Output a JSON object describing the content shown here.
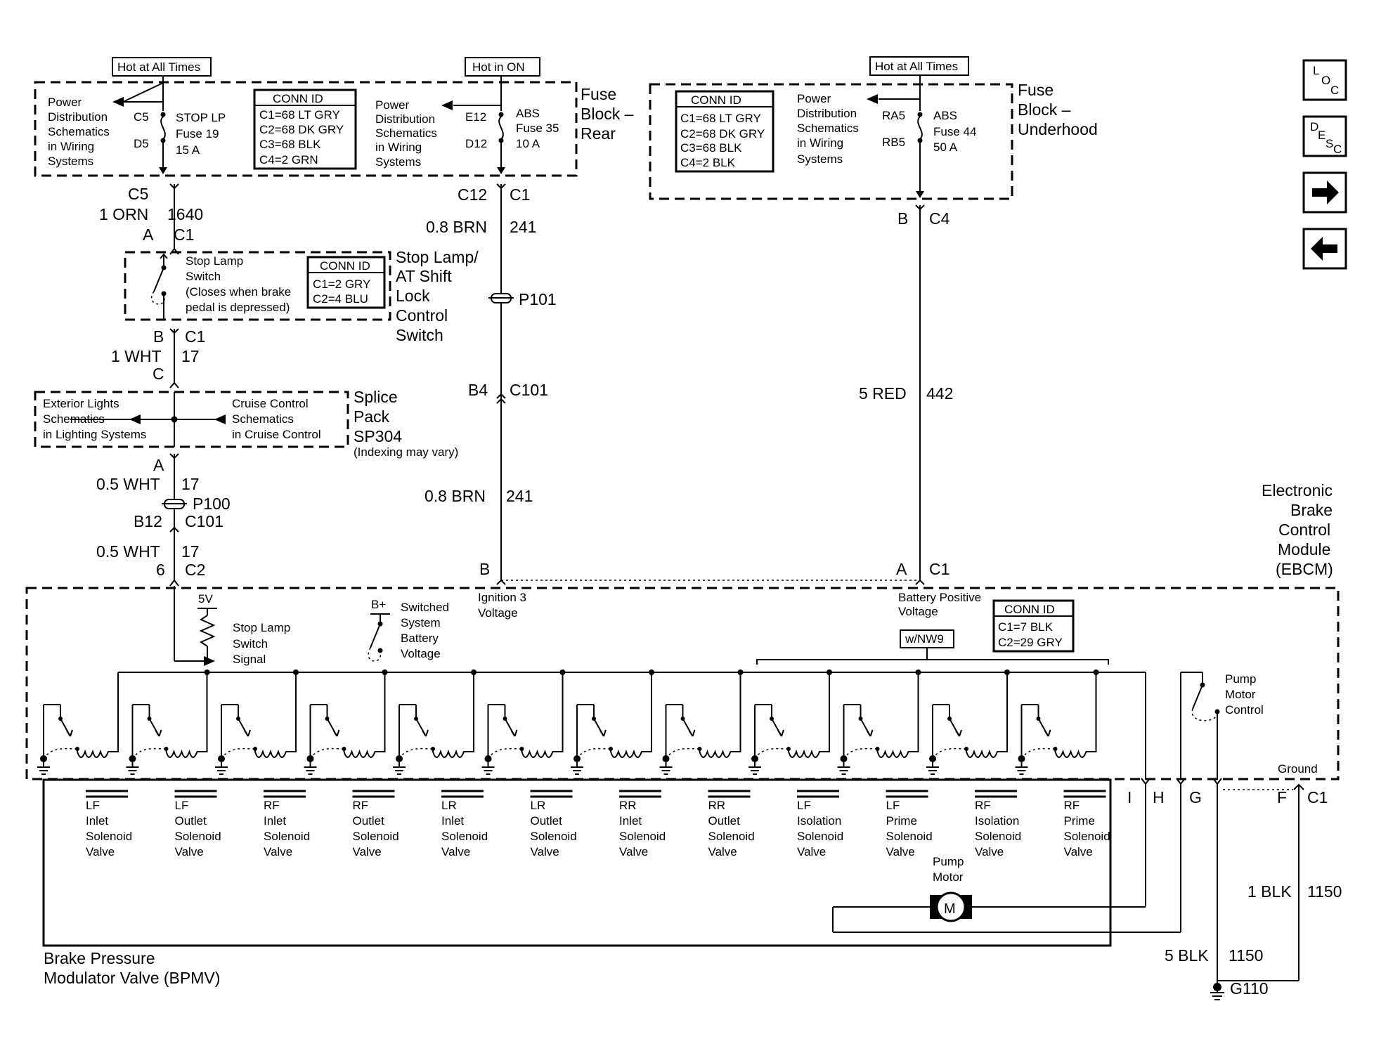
{
  "nav": {
    "loc": {
      "a": "L",
      "b": "O",
      "c": "C"
    },
    "desc": {
      "a": "D",
      "b": "E",
      "c": "S",
      "d": "C"
    }
  },
  "fuse_rear": {
    "tag_left": "Hot at All Times",
    "tag_right": "Hot in ON",
    "title": [
      "Fuse",
      "Block –",
      "Rear"
    ],
    "power_left": [
      "Power",
      "Distribution",
      "Schematics",
      "in Wiring",
      "Systems"
    ],
    "term_c5": "C5",
    "term_d5": "D5",
    "fuse19": [
      "STOP LP",
      "Fuse 19",
      "15 A"
    ],
    "conn_title": "CONN ID",
    "conn": [
      "C1=68 LT GRY",
      "C2=68 DK GRY",
      "C3=68 BLK",
      "C4=2 GRN"
    ],
    "power_right": [
      "Power",
      "Distribution",
      "Schematics",
      "in Wiring",
      "Systems"
    ],
    "term_e12": "E12",
    "term_d12": "D12",
    "fuse35": [
      "ABS",
      "Fuse 35",
      "10 A"
    ]
  },
  "fuse_under": {
    "tag": "Hot at All Times",
    "title": [
      "Fuse",
      "Block –",
      "Underhood"
    ],
    "conn_title": "CONN ID",
    "conn": [
      "C1=68 LT GRY",
      "C2=68 DK GRY",
      "C3=68 BLK",
      "C4=2 BLK"
    ],
    "power": [
      "Power",
      "Distribution",
      "Schematics",
      "in Wiring",
      "Systems"
    ],
    "term_ra5": "RA5",
    "term_rb5": "RB5",
    "fuse44": [
      "ABS",
      "Fuse 44",
      "50 A"
    ]
  },
  "left_wire": {
    "c5": "C5",
    "wire1": "1 ORN",
    "ckt1": "1640",
    "a": "A",
    "c1": "C1",
    "b": "B",
    "c1b": "C1",
    "wire2": "1 WHT",
    "ckt2": "17",
    "c": "C",
    "a2": "A",
    "wire3": "0.5 WHT",
    "ckt3": "17",
    "p100": "P100",
    "b12": "B12",
    "c101": "C101",
    "wire4": "0.5 WHT",
    "ckt4": "17",
    "pin6": "6",
    "c2": "C2"
  },
  "stoplamp": {
    "label": [
      "Stop Lamp",
      "Switch",
      "(Closes when brake",
      "pedal is depressed)"
    ],
    "conn_title": "CONN ID",
    "conn": [
      "C1=2 GRY",
      "C2=4 BLU"
    ],
    "title": [
      "Stop Lamp/",
      "AT Shift",
      "Lock",
      "Control",
      "Switch"
    ]
  },
  "splice": {
    "left": [
      "Exterior Lights",
      "Schematics",
      "in Lighting Systems"
    ],
    "right": [
      "Cruise Control",
      "Schematics",
      "in Cruise Control"
    ],
    "title": [
      "Splice",
      "Pack",
      "SP304"
    ],
    "note": "(Indexing may vary)"
  },
  "mid_wire": {
    "c12": "C12",
    "c1": "C1",
    "wire1": "0.8 BRN",
    "ckt1": "241",
    "p101": "P101",
    "b4": "B4",
    "c101": "C101",
    "wire2": "0.8 BRN",
    "ckt2": "241",
    "b": "B"
  },
  "right_wire": {
    "b": "B",
    "c4": "C4",
    "wire": "5 RED",
    "ckt": "442",
    "a": "A",
    "c1": "C1"
  },
  "ebcm": {
    "title": [
      "Electronic",
      "Brake",
      "Control",
      "Module",
      "(EBCM)"
    ],
    "v5": "5V",
    "stoplamp_sig": [
      "Stop Lamp",
      "Switch",
      "Signal"
    ],
    "bplus": "B+",
    "switched": [
      "Switched",
      "System",
      "Battery",
      "Voltage"
    ],
    "ign3": [
      "Ignition 3",
      "Voltage"
    ],
    "batt": [
      "Battery Positive",
      "Voltage"
    ],
    "nw9": "w/NW9",
    "conn_title": "CONN ID",
    "conn": [
      "C1=7 BLK",
      "C2=29 GRY"
    ],
    "pump_ctl": [
      "Pump",
      "Motor",
      "Control"
    ],
    "ground": "Ground"
  },
  "valves": [
    [
      "LF",
      "Inlet",
      "Solenoid",
      "Valve"
    ],
    [
      "LF",
      "Outlet",
      "Solenoid",
      "Valve"
    ],
    [
      "RF",
      "Inlet",
      "Solenoid",
      "Valve"
    ],
    [
      "RF",
      "Outlet",
      "Solenoid",
      "Valve"
    ],
    [
      "LR",
      "Inlet",
      "Solenoid",
      "Valve"
    ],
    [
      "LR",
      "Outlet",
      "Solenoid",
      "Valve"
    ],
    [
      "RR",
      "Inlet",
      "Solenoid",
      "Valve"
    ],
    [
      "RR",
      "Outlet",
      "Solenoid",
      "Valve"
    ],
    [
      "LF",
      "Isolation",
      "Solenoid",
      "Valve"
    ],
    [
      "LF",
      "Prime",
      "Solenoid",
      "Valve"
    ],
    [
      "RF",
      "Isolation",
      "Solenoid",
      "Valve"
    ],
    [
      "RF",
      "Prime",
      "Solenoid",
      "Valve"
    ]
  ],
  "bpmv": {
    "pump": [
      "Pump",
      "Motor"
    ],
    "motor_symbol": "M",
    "title": [
      "Brake Pressure",
      "Modulator Valve (BPMV)"
    ]
  },
  "bottom_pins": {
    "i": "I",
    "h": "H",
    "g": "G",
    "f": "F",
    "c1": "C1"
  },
  "ground_wires": {
    "wire1": "1 BLK",
    "ckt1": "1150",
    "wire2": "5 BLK",
    "ckt2": "1150",
    "g110": "G110"
  }
}
